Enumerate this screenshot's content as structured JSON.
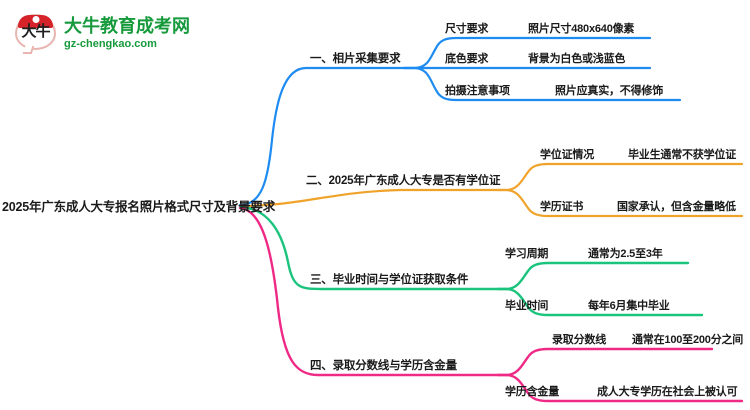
{
  "logo": {
    "mark_text": "大牛",
    "title": "大牛教育成考网",
    "subtitle": "gz-chengkao.com",
    "brand_green": "#169a3c",
    "brand_red": "#d6232a"
  },
  "mindmap": {
    "root": {
      "label": "2025年广东成人大专报名照片格式尺寸及背景要求"
    },
    "branches": [
      {
        "label": "一、相片采集要求",
        "color": "#1d8bf1",
        "children": [
          {
            "label": "尺寸要求",
            "value": "照片尺寸480x640像素"
          },
          {
            "label": "底色要求",
            "value": "背景为白色或浅蓝色"
          },
          {
            "label": "拍摄注意事项",
            "value": "照片应真实，不得修饰"
          }
        ]
      },
      {
        "label": "二、2025年广东成人大专是否有学位证",
        "color": "#f0a32a",
        "children": [
          {
            "label": "学位证情况",
            "value": "毕业生通常不获学位证"
          },
          {
            "label": "学历证书",
            "value": "国家承认，但含金量略低"
          }
        ]
      },
      {
        "label": "三、毕业时间与学位证获取条件",
        "color": "#1bc47d",
        "children": [
          {
            "label": "学习周期",
            "value": "通常为2.5至3年"
          },
          {
            "label": "毕业时间",
            "value": "每年6月集中毕业"
          }
        ]
      },
      {
        "label": "四、录取分数线与学历含金量",
        "color": "#ef2a86",
        "children": [
          {
            "label": "录取分数线",
            "value": "通常在100至200分之间"
          },
          {
            "label": "学历含金量",
            "value": "成人大专学历在社会上被认可"
          }
        ]
      }
    ]
  }
}
